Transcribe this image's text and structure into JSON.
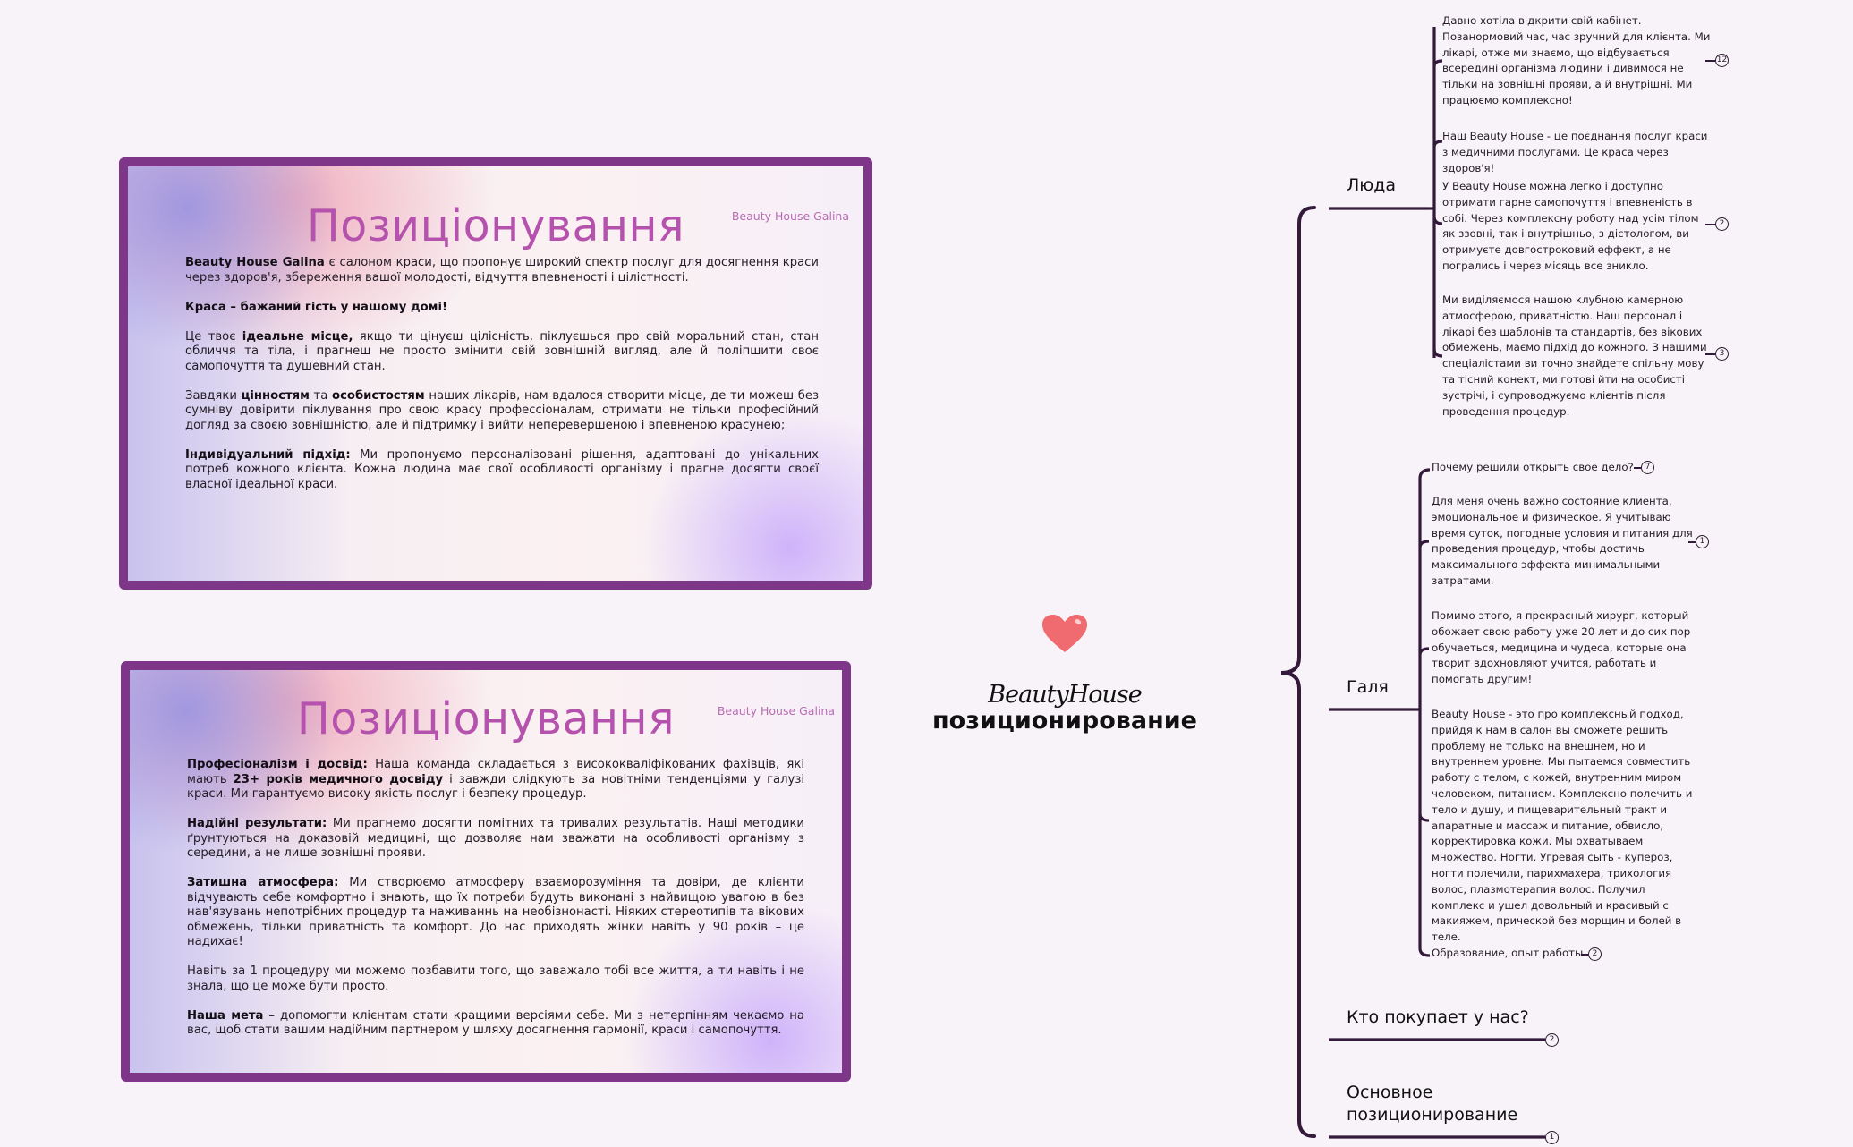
{
  "slides": [
    {
      "title": "Позиціонування",
      "brand": "Beauty House Galina",
      "paragraphs": [
        [
          {
            "b": "Beauty House Galina"
          },
          {
            "t": " є салоном краси, що пропонує широкий спектр послуг для досягнення краси через здоров'я, збереження вашої молодості, відчуття впевненості і цілістності."
          }
        ],
        [
          {
            "b": "Краса – бажаний гість у нашому домі!"
          }
        ],
        [
          {
            "t": "Це твоє "
          },
          {
            "b": "ідеальне місце,"
          },
          {
            "t": " якщо ти цінуєш цілісність, піклуєшься про свій моральний стан, стан обличчя та тіла, і прагнеш не просто змінити свій зовнішній вигляд, але й поліпшити своє самопочуття та душевний стан."
          }
        ],
        [
          {
            "t": " Завдяки "
          },
          {
            "b": "цінностям"
          },
          {
            "t": " та "
          },
          {
            "b": "особистостям"
          },
          {
            "t": " наших лікарів, нам вдалося створити місце, де ти можеш без сумніву довірити піклування про свою красу профессіоналам, отримати не тільки професійний догляд за своєю зовнішністю, але й підтримку і вийти неперевершеною і впевненою красунею;"
          }
        ],
        [
          {
            "b": " Індивідуальний підхід:"
          },
          {
            "t": " Ми пропонуємо персоналізовані рішення, адаптовані до унікальних потреб кожного клієнта. Кожна людина має свої особливості організму і прагне досягти своєї власної ідеальної краси."
          }
        ]
      ]
    },
    {
      "title": "Позиціонування",
      "brand": "Beauty House Galina",
      "paragraphs": [
        [
          {
            "b": "  Професіоналізм і досвід:"
          },
          {
            "t": " Наша команда складається з висококваліфікованих фахівців, які мають "
          },
          {
            "b": "23+ років медичного досвіду"
          },
          {
            "t": " і завжди слідкують за новітніми тенденціями у галузі краси. Ми гарантуємо високу якість послуг і безпеку процедур."
          }
        ],
        [
          {
            "b": "Надійні результати:"
          },
          {
            "t": " Ми прагнемо досягти помітних та тривалих результатів. Наші методики ґрунтуються на доказовій медицині, що дозволяє нам зважати на особливості організму з середини, а не лише зовнішні прояви."
          }
        ],
        [
          {
            "b": "  Затишна атмосфера:"
          },
          {
            "t": " Ми створюємо атмосферу взаєморозуміння та довіри, де клієнти відчувають себе комфортно і знають, що їх потреби будуть виконані з найвищою увагою в без нав'язувань непотрібних процедур та наживаннь на необізнонасті. Ніяких стереотипів та вікових обмежень, тільки приватність та комфорт. До нас приходять жінки навіть у 90 років – це надихає!"
          }
        ],
        [
          {
            "t": " Навіть за 1 процедуру ми можемо позбавити того, що заважало тобі все життя, а ти навіть і не знала, що це може бути просто."
          }
        ],
        [
          {
            "b": " Наша мета"
          },
          {
            "t": " – допомогти клієнтам стати кращими версіями себе. Ми з нетерпінням чекаємо на вас, щоб стати вашим надійним партнером у шляху досягнення гармонії, краси і самопочуття."
          }
        ]
      ]
    }
  ],
  "central": {
    "icon": "heart-icon",
    "brand": "BeautyHouse",
    "title": "позиционирование"
  },
  "branches": {
    "luda": {
      "label": "Люда",
      "notes": [
        {
          "text": " Давно хотіла відкрити свій кабінет. Позанормовий час, час зручний для клієнта. Ми лікарі, отже ми знаємо, що відбувається всередині організма людини і дивимося не тільки на зовнішні прояви, а й внутрішні. Ми працюємо комплексно!",
          "badge": "12"
        },
        {
          "text": "Наш Beauty House - це поєднання послуг краси з медичними послугами. Це краса через здоров'я!",
          "badge": ""
        },
        {
          "text": "У Beauty House можна легко і доступно отримати гарне самопочуття і впевненість в собі. Через комплексну роботу над усім тілом як ззовні, так і внутрішньо, з дієтологом, ви отримуєте довгостроковий еффект, а не погрались і через місяць все зникло.",
          "badge": "2"
        },
        {
          "text": "Ми виділяємося нашою клубною камерною атмосферою, приватністю. Наш персонал і лікарі без шаблонів та стандартів, без вікових обмежень, маємо підхід до кожного. З нашими спеціалістами ви точно знайдете спільну мову та тісний конект, ми готові йти на особисті зустрічі, і супроводжуємо клієнтів після проведення процедур.",
          "badge": "3"
        }
      ]
    },
    "galya": {
      "label": "Галя",
      "notes": [
        {
          "text": "Почему решили открыть своё дело?",
          "badge": "7"
        },
        {
          "text": "Для меня очень важно состояние клиента, эмоциональное и физическое. Я учитываю время суток, погодные условия и питания для проведения процедур, чтобы достичь максимального эффекта минимальными затратами.",
          "badge": "1"
        },
        {
          "text": "Помимо этого, я прекрасный хирург, который обожает свою работу уже 20 лет и до сих пор обучаеться, медицина и чудеса, которые она творит вдохновляют учится, работать и помогать другим!",
          "badge": ""
        },
        {
          "text": "Beauty House - это про комплексный подход, прийдя к нам  в салон вы сможете решить проблему не только на внешнем, но и внутреннем уровне. Мы пытаемся совместить работу с телом, с кожей, внутренним миром человеком, питанием. Комплексно полечить и тело и душу, и пищеварительный тракт и апаратные и массаж и питание, обвисло, корректировка кожи. Мы охватываем множество. Ногти. Угревая сыть - купероз, ногти полечили, парихмахера, трихология  волос, плазмотерапия волос. Получил комплекс и ушел довольный  и красивый с макияжем, прической без морщин и болей в теле.",
          "badge": ""
        },
        {
          "text": "Образование, опыт работы",
          "badge": "2"
        }
      ]
    },
    "buyers": {
      "label": "Кто покупает у нас?",
      "badge": "2"
    },
    "main": {
      "label": "Основное позиционирование",
      "badge": "1"
    }
  },
  "colors": {
    "slide_border": "#7e3788",
    "slide_title": "#b552ad",
    "connector": "#33193a",
    "heart": "#ef6b6f"
  }
}
